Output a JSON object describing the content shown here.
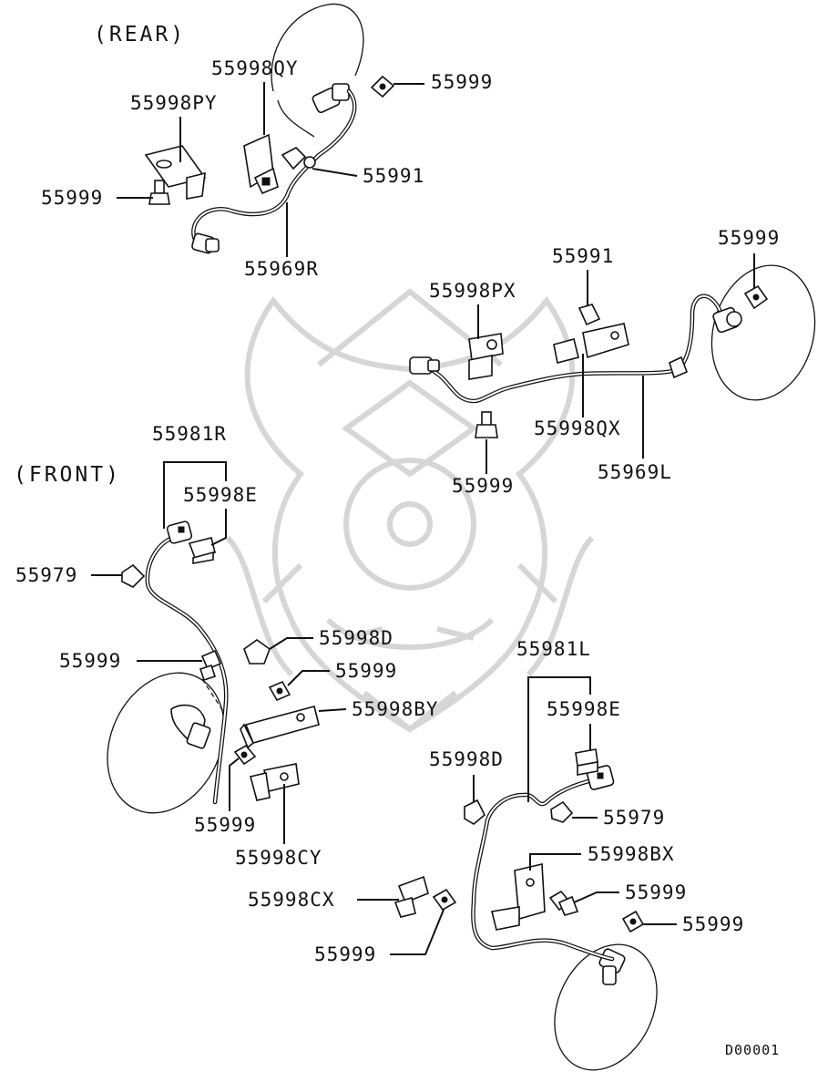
{
  "sections": {
    "rear": "(REAR)",
    "front": "(FRONT)"
  },
  "labels": {
    "rear_bracket_qy": "55998QY",
    "rear_bracket_py": "55998PY",
    "rear_bolt_top": "55999",
    "rear_clip": "55991",
    "rear_bolt_left": "55999",
    "rear_sensor_r": "55969R",
    "rear_bolt_right": "55999",
    "rear_clip_right": "55991",
    "rear_bracket_px": "55998PX",
    "rear_bracket_qx": "55998QX",
    "rear_bolt_mid": "55999",
    "rear_sensor_l": "55969L",
    "front_sensor_r": "55981R",
    "front_clamp_e_r": "55998E",
    "front_grommet_r": "55979",
    "front_bolt_left": "55999",
    "front_clip_d_r": "55998D",
    "front_bolt_mid": "55999",
    "front_bracket_by": "55998BY",
    "front_bolt_low": "55999",
    "front_bracket_cy": "55998CY",
    "front_sensor_l": "55981L",
    "front_clamp_e_l": "55998E",
    "front_clip_d_l": "55998D",
    "front_grommet_l": "55979",
    "front_bracket_bx": "55998BX",
    "front_bolt_bx": "55999",
    "front_bracket_cx": "55998CX",
    "front_bolt_cx": "55999",
    "front_bolt_hub": "55999"
  },
  "diagram_code": "D00001"
}
